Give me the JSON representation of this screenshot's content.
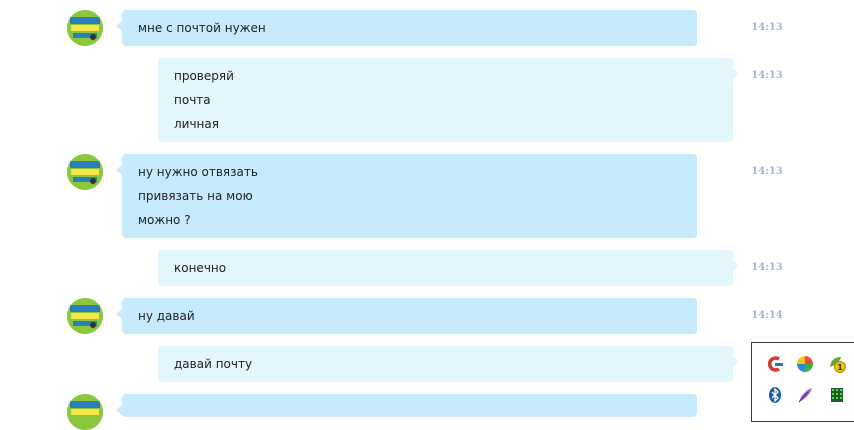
{
  "messages": [
    {
      "direction": "in",
      "lines": [
        "мне с почтой нужен"
      ],
      "time": "14:13"
    },
    {
      "direction": "out",
      "lines": [
        "проверяй",
        "почта",
        "личная"
      ],
      "time": "14:13"
    },
    {
      "direction": "in",
      "lines": [
        "ну нужно отвязать",
        "привязать на мою",
        "можно ?"
      ],
      "time": "14:13"
    },
    {
      "direction": "out",
      "lines": [
        "конечно"
      ],
      "time": "14:13"
    },
    {
      "direction": "in",
      "lines": [
        "ну давай"
      ],
      "time": "14:14"
    },
    {
      "direction": "out",
      "lines": [
        "давай почту"
      ],
      "time": ""
    }
  ],
  "tray": {
    "icons": [
      "ccleaner-icon",
      "pinwheel-icon",
      "notification-badge-icon",
      "bluetooth-icon",
      "feather-icon",
      "grid-app-icon"
    ],
    "badge_count": "1"
  }
}
